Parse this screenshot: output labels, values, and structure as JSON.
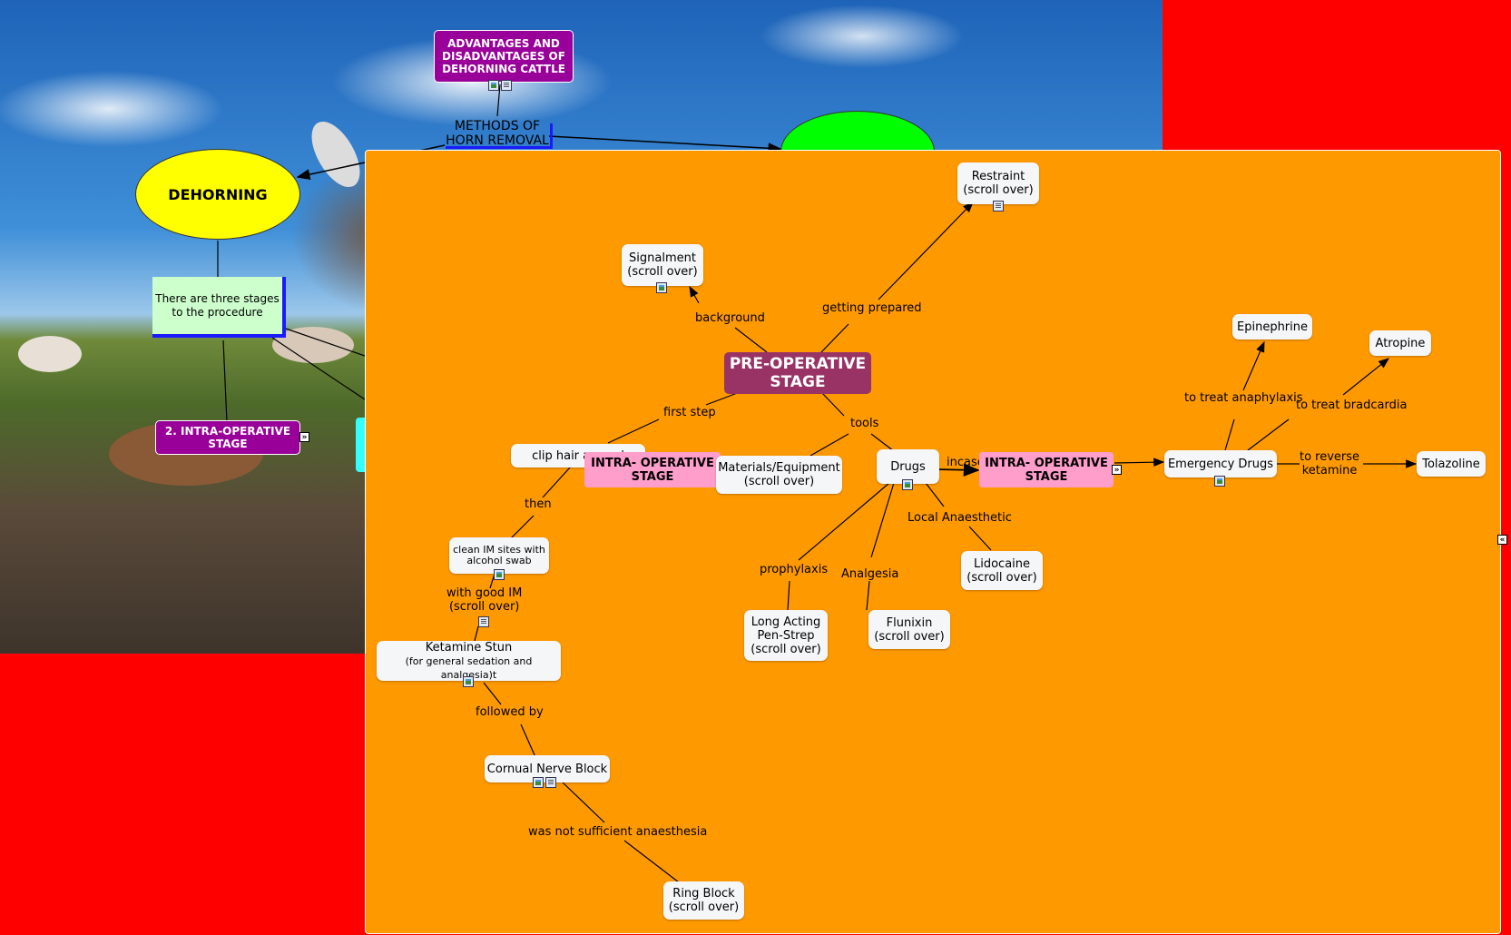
{
  "outer": {
    "advantages_node": "ADVANTAGES AND DISADVANTAGES OF DEHORNING CATTLE",
    "methods_label": "METHODS OF HORN REMOVAL",
    "dehorning_node": "DEHORNING",
    "three_stages_node": "There are three stages to the procedure",
    "intra_stage_node": "2. INTRA-OPERATIVE STAGE"
  },
  "panel": {
    "pre_op": "PRE-OPERATIVE STAGE",
    "signalment": "Signalment\n(scroll over)",
    "restraint": "Restraint\n(scroll over)",
    "background_label": "background",
    "getting_prepared_label": "getting prepared",
    "first_step_label": "first step",
    "tools_label": "tools",
    "clip_hair": "clip hair around",
    "intra_op_left": "INTRA- OPERATIVE STAGE",
    "materials": "Materials/Equipment\n(scroll over)",
    "drugs": "Drugs",
    "incase_label": "incase",
    "intra_op_right": "INTRA- OPERATIVE STAGE",
    "emergency_drugs": "Emergency Drugs",
    "epinephrine": "Epinephrine",
    "atropine": "Atropine",
    "tolazoline": "Tolazoline",
    "anaphylaxis_label": "to treat anaphylaxis",
    "bradcardia_label": "to treat bradcardia",
    "reverse_label": "to reverse\nketamine",
    "then_label": "then",
    "clean_im": "clean IM sites with\nalcohol swab",
    "good_im_label": "with good IM\n(scroll over)",
    "ketamine_title": "Ketamine Stun",
    "ketamine_sub": "(for general sedation and analgesia)t",
    "followed_by_label": "followed by",
    "cornual": "Cornual Nerve Block",
    "not_sufficient_label": "was not sufficient anaesthesia",
    "ring_block": "Ring Block\n(scroll over)",
    "local_label": "Local Anaesthetic",
    "lidocaine": "Lidocaine\n(scroll over)",
    "prophylaxis_label": "prophylaxis",
    "analgesia_label": "Analgesia",
    "pen_strep": "Long Acting\nPen-Strep\n(scroll over)",
    "flunixin": "Flunixin\n(scroll over)"
  },
  "colors": {
    "panel": "#ff9900",
    "page": "#ff0000",
    "pink": "#ff9ecb",
    "purple": "#990099",
    "mauve": "#993366",
    "yellow": "#ffff00",
    "green": "#00ff00",
    "mint": "#ccffcc"
  },
  "icons": {
    "image": "image-icon",
    "document": "document-icon",
    "expand": "expand-arrows-icon",
    "collapse": "collapse-arrows-icon"
  }
}
